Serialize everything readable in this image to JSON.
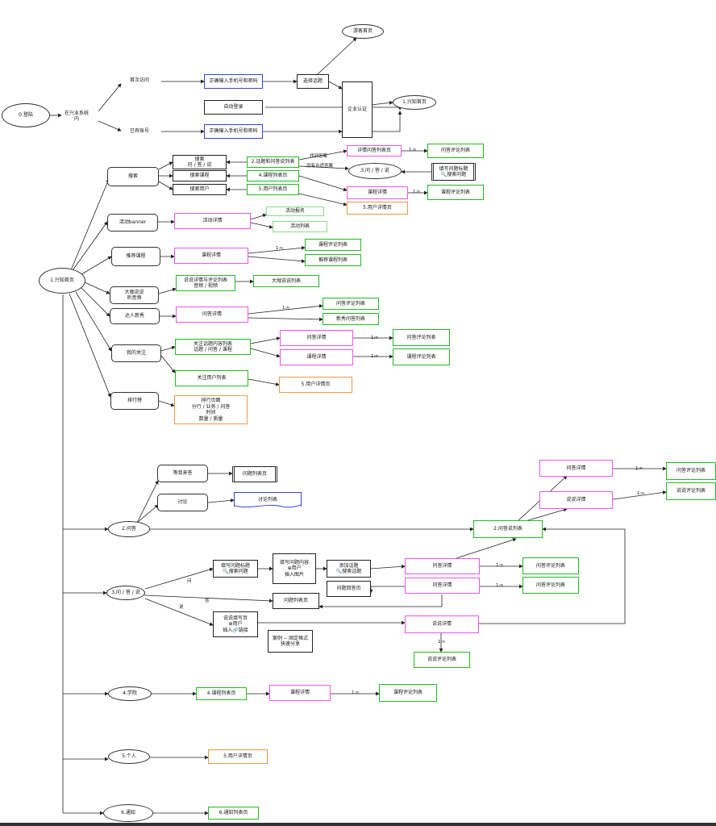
{
  "nodes": {
    "login": "0.登陆",
    "in_company": "在兴业系统\n内",
    "first_visit": "首次访问",
    "has_account": "已有账号",
    "input_phone_1": "正确输入手机号和密码",
    "input_phone_2": "正确输入手机号和密码",
    "auto_login": "自动登录",
    "select_topic": "选择话题",
    "company_auth": "企业认证",
    "guest_home": "游客首页",
    "home_top": "1.兴知首页",
    "home": "1.兴知首页",
    "search": "搜索",
    "search_qa": "搜索\n问 / 答 / 说",
    "search_course": "搜索课程",
    "search_user": "搜索用户",
    "topic_qa_list": "2.话题和问答说列表",
    "course_list_page": "4.课程列表页",
    "user_list_page": "5.用户列表页",
    "found_answer": "找到答案",
    "no_answer": "没有合适答案",
    "qa_detail_list": "详情问答列表页",
    "qa_comment_list": "问答评论列表",
    "ask_answer_say": "3.问 / 答 / 说",
    "fill_title_search": "填写问题标题\n🔍搜索问题",
    "course_detail_1": "课程详情",
    "course_comment_1": "课程评论列表",
    "user_detail_1": "5.用户详情页",
    "activity_banner": "活动banner",
    "activity_detail": "活动详情",
    "activity_signup": "活动报名",
    "activity_list": "活动列表",
    "recommend_course": "推荐课程",
    "course_detail_2": "课程详情",
    "course_comment_2": "课程评论列表",
    "recommend_course_list": "推荐课程列表",
    "big_talk": "大咖说说\n听音频",
    "say_detail_comment": "说说详情与评论列表\n音频 / 视频",
    "big_talk_list": "大咖说说列表",
    "expert_newbie": "达人新秀",
    "qa_detail_2": "问答详情",
    "qa_comment_2": "问答评论列表",
    "newbie_qa_list": "新秀问答列表",
    "my_follow": "我的关注",
    "follow_topic_list": "关注话题内容列表\n话题 / 问答 / 课程",
    "qa_detail_3": "问答详情",
    "qa_comment_3": "问答评论列表",
    "course_detail_3": "课程详情",
    "course_comment_3": "课程评论列表",
    "follow_user_list": "关注用户列表",
    "user_detail_2": "5.用户详情页",
    "ranking": "排行榜",
    "ranking_page": "排行页面\n分行 / 业务 / 问答\n时间\n数量 / 质量",
    "wait_answer": "等我来答",
    "question_list_page": "问题列表页",
    "discuss": "讨论",
    "discuss_list": "讨论列表",
    "qa2": "2.问答",
    "qa_say_list": "2.问答说列表",
    "qa_detail_4": "问答详情",
    "qa_comment_4": "问答评论列表",
    "say_detail_1": "说说详情",
    "say_comment_1": "说说评论列表",
    "ask3": "3.问 / 答 / 说",
    "fill_question_title": "填写问题标题\n🔍搜索问题",
    "fill_question_content": "填写问题内容\n⊕用户\n插入图片",
    "add_topic": "添加话题\n🔍搜索话题",
    "qa_detail_5": "问答详情",
    "qa_comment_5": "问答评论列表",
    "answer_question_page": "问题回答页",
    "qa_detail_6": "问答详情",
    "qa_comment_6": "问答评论列表",
    "question_list_page_2": "问题列表页",
    "say_fill_page": "说说填写页\n⊕用户\n插入🔗链接",
    "case_template": "案例 -- 固定格式\n快速分享",
    "say_detail_2": "说说详情",
    "say_comment_2": "说说评论列表",
    "academy": "4.学院",
    "course_list_page_2": "4.课程列表页",
    "course_detail_4": "课程详情",
    "course_comment_4": "课程评论列表",
    "personal": "5.个人",
    "user_detail_3": "5.用户详情页",
    "notify": "6.通知",
    "notify_list": "6.通知列表页"
  },
  "edge_labels": {
    "one_to_n": "1:n",
    "ask": "问",
    "answer": "答",
    "say": "说"
  },
  "colors": {
    "green": "#22bb22",
    "blue": "#3344dd",
    "pink": "#ee55ee",
    "orange": "#ee9944",
    "black": "#222222"
  }
}
